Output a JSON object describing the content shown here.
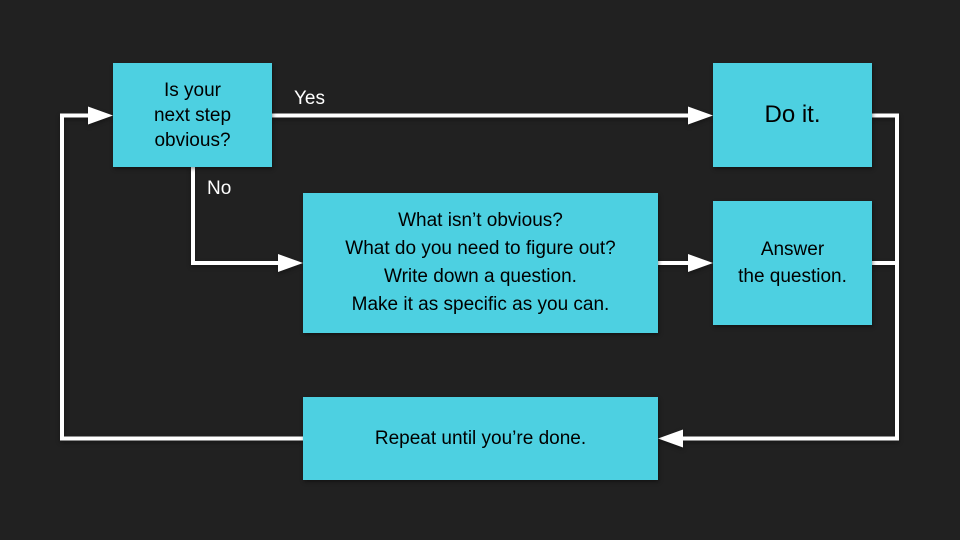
{
  "colors": {
    "background": "#212121",
    "node_fill": "#4DD0E1",
    "node_text": "#000000",
    "connector": "#FFFFFF",
    "edge_label_text": "#FFFFFF"
  },
  "nodes": {
    "start": {
      "text": "Is your\nnext step\nobvious?"
    },
    "do_it": {
      "text": "Do it."
    },
    "figure_out": {
      "text": "What isn’t obvious?\nWhat do you need to figure out?\nWrite down a question.\nMake it as specific as you can."
    },
    "answer": {
      "text": "Answer\nthe question."
    },
    "repeat": {
      "text": "Repeat until you’re done."
    }
  },
  "edge_labels": {
    "yes": "Yes",
    "no": "No"
  }
}
